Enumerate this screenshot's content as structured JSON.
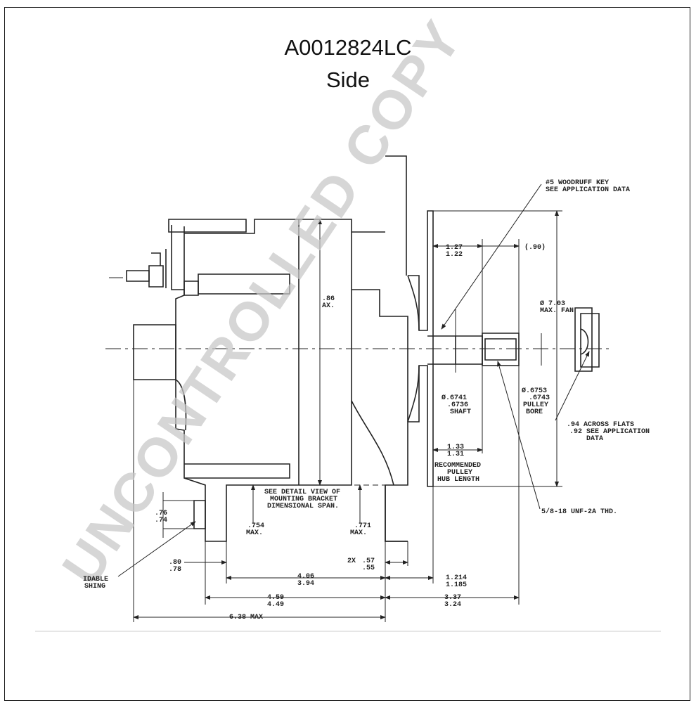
{
  "header": {
    "part_number": "A0012824LC",
    "view": "Side"
  },
  "watermark": "UNCONTROLLED COPY",
  "callouts": {
    "woodruff_l1": "#5 WOODRUFF KEY",
    "woodruff_l2": "SEE APPLICATION DATA",
    "fan_l1": "Ø 7.03",
    "fan_l2": "MAX. FAN",
    "body_dia_l1": ".86",
    "body_dia_l2": "AX.",
    "shaft_l1": "Ø.6741",
    "shaft_l2": ".6736",
    "shaft_l3": "SHAFT",
    "bore_l1": "Ø.6753",
    "bore_l2": ".6743",
    "bore_l3": "PULLEY",
    "bore_l4": "BORE",
    "flats_l1": ".94 ACROSS FLATS",
    "flats_l2": ".92 SEE APPLICATION",
    "flats_l3": "DATA",
    "hub_l1": "RECOMMENDED",
    "hub_l2": "PULLEY",
    "hub_l3": "HUB LENGTH",
    "thread": "5/8-18 UNF-2A THD.",
    "detail_l1": "SEE DETAIL VIEW OF",
    "detail_l2": "MOUNTING BRACKET",
    "detail_l3": "DIMENSIONAL SPAN.",
    "slidable_l1": "IDABLE",
    "slidable_l2": "SHING"
  },
  "dimensions": {
    "d127": "1.27",
    "d122": "1.22",
    "d90": "(.90)",
    "d133": "1.33",
    "d131": "1.31",
    "d76": ".76",
    "d74": ".74",
    "d754a": ".754",
    "d754b": "MAX.",
    "d771a": ".771",
    "d771b": "MAX.",
    "d2x": "2X",
    "d57": ".57",
    "d55": ".55",
    "d80": ".80",
    "d78": ".78",
    "d406": "4.06",
    "d394": "3.94",
    "d1214": "1.214",
    "d1185": "1.185",
    "d459": "4.59",
    "d449": "4.49",
    "d337": "3.37",
    "d324": "3.24",
    "d638": "6.38 MAX"
  }
}
